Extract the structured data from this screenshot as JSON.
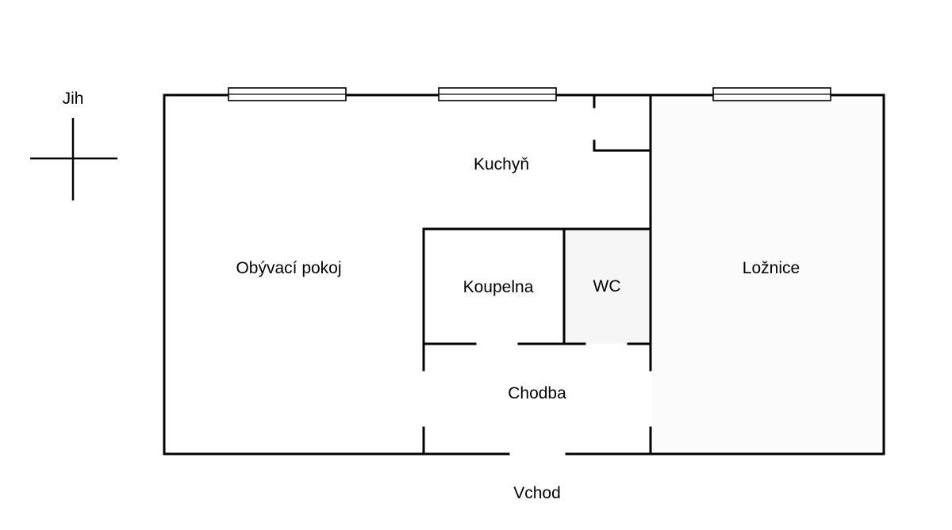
{
  "compass": {
    "label": "Jih"
  },
  "rooms": {
    "living_room": "Obývací pokoj",
    "kitchen": "Kuchyň",
    "bathroom": "Koupelna",
    "wc": "WC",
    "bedroom": "Ložnice",
    "hallway": "Chodba"
  },
  "entrance": {
    "label": "Vchod"
  },
  "colors": {
    "wall": "#000000",
    "background": "#ffffff",
    "wc_shade": "#f4f4f4"
  }
}
